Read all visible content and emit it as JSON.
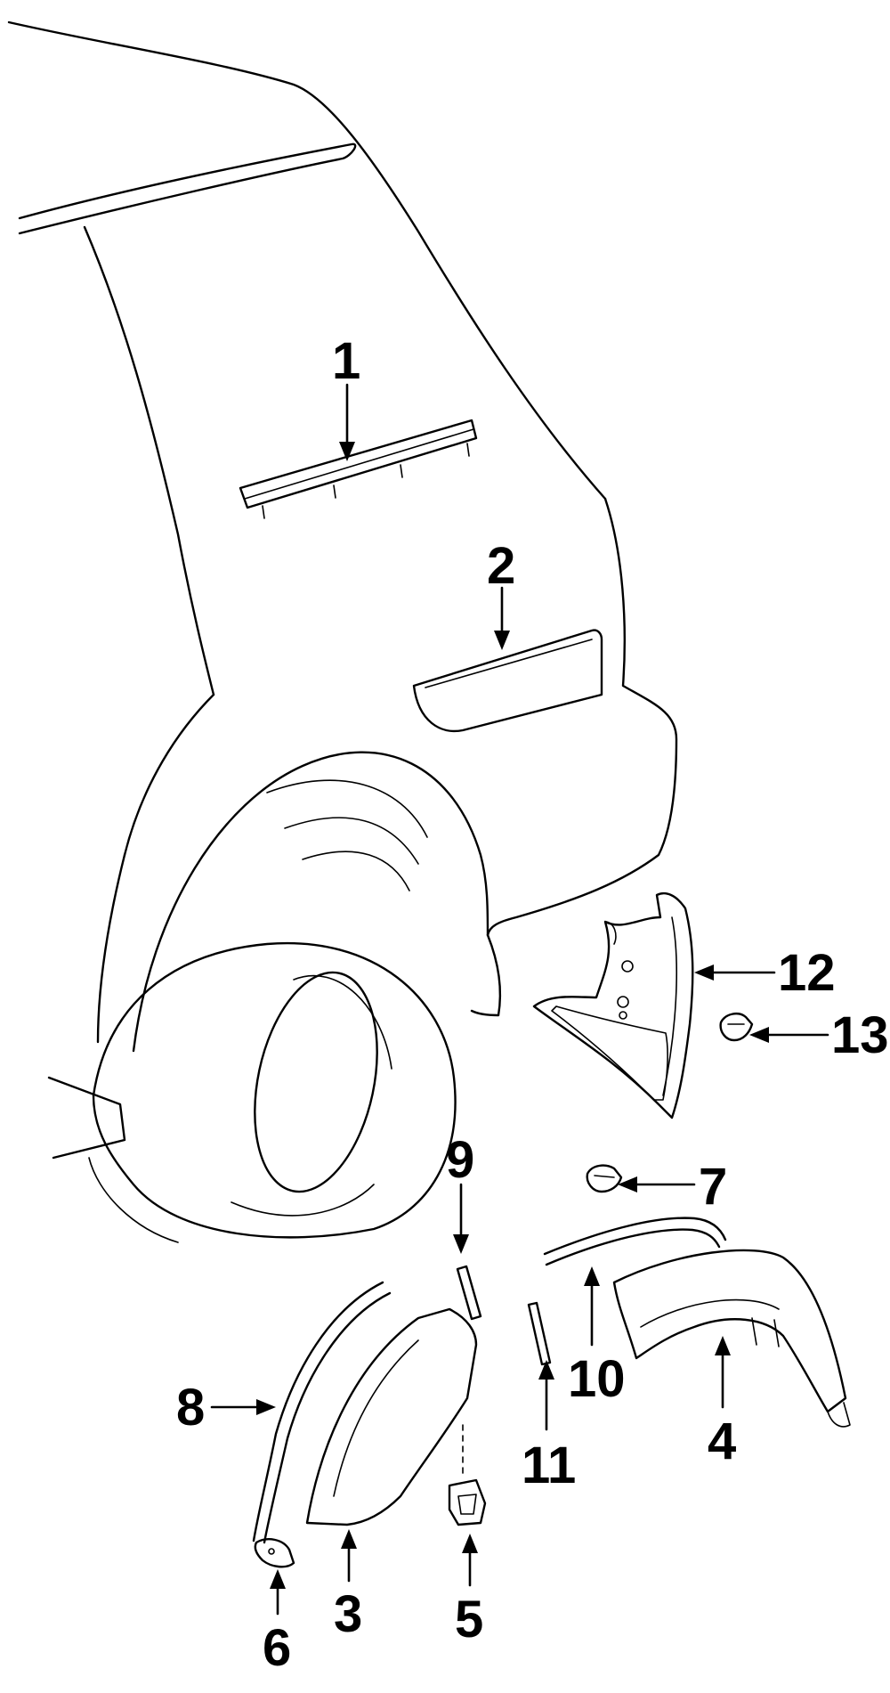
{
  "callouts": {
    "c1": "1",
    "c2": "2",
    "c3": "3",
    "c4": "4",
    "c5": "5",
    "c6": "6",
    "c7": "7",
    "c8": "8",
    "c9": "9",
    "c10": "10",
    "c11": "11",
    "c12": "12",
    "c13": "13"
  },
  "colors": {
    "ink": "#000000",
    "paper": "#ffffff"
  }
}
